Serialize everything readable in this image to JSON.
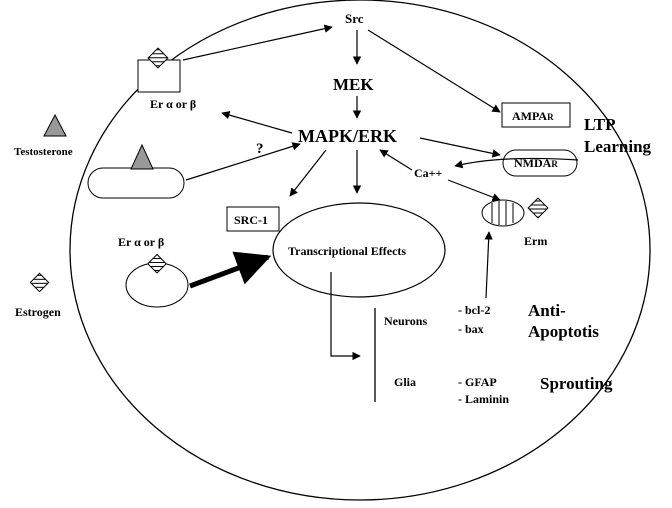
{
  "labels": {
    "src": "Src",
    "mek": "MEK",
    "mapk_erk": "MAPK/ERK",
    "er_top": "Er α or β",
    "er_left": "Er α or β",
    "question": "?",
    "testosterone": "Testosterone",
    "estrogen": "Estrogen",
    "ampa": "AMPA",
    "ampa_sub": "R",
    "nmda": "NMDA",
    "nmda_sub": "R",
    "ltp": "LTP",
    "learning": "Learning",
    "ca": "Ca++",
    "src1": "SRC-1",
    "transcriptional": "Transcriptional Effects",
    "erm": "Erm",
    "neurons": "Neurons",
    "glia": "Glia",
    "bcl2": "- bcl-2",
    "bax": "- bax",
    "gfap": "- GFAP",
    "laminin": "- Laminin",
    "anti": "Anti-",
    "apoptotis": "Apoptotis",
    "sprouting": "Sprouting"
  },
  "colors": {
    "stroke": "#000000",
    "triangle_fill": "#999999",
    "background": "#ffffff"
  }
}
